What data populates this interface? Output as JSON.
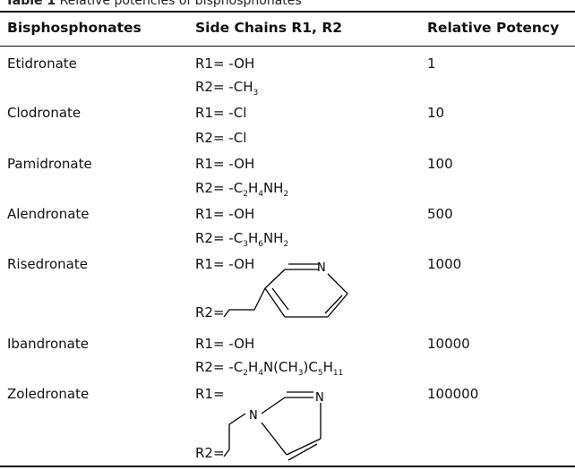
{
  "caption": {
    "label": "Table 1",
    "text": "Relative potencies of bisphosphonates"
  },
  "headers": {
    "name": "Bisphosphonates",
    "chains": "Side Chains R1, R2",
    "potency": "Relative Potency"
  },
  "rows": [
    {
      "name": "Etidronate",
      "r1": "R1= -OH",
      "r2": {
        "prefix": "R2= -CH",
        "sub1": "3"
      },
      "potency": "1"
    },
    {
      "name": "Clodronate",
      "r1": "R1= -Cl",
      "r2": {
        "prefix": "R2= -Cl"
      },
      "potency": "10"
    },
    {
      "name": "Pamidronate",
      "r1": "R1= -OH",
      "r2": {
        "prefix": "R2= -C",
        "sub1": "2",
        "mid1": "H",
        "sub2": "4",
        "mid2": "NH",
        "sub3": "2"
      },
      "potency": "100"
    },
    {
      "name": "Alendronate",
      "r1": "R1= -OH",
      "r2": {
        "prefix": "R2= -C",
        "sub1": "3",
        "mid1": "H",
        "sub2": "6",
        "mid2": "NH",
        "sub3": "2"
      },
      "potency": "500"
    },
    {
      "name": "Risedronate",
      "r1": "R1= -OH",
      "r2": {
        "prefix": "R2="
      },
      "potency": "1000",
      "atom": "N"
    },
    {
      "name": "Ibandronate",
      "r1": "R1= -OH",
      "r2": {
        "prefix": "R2= -C",
        "sub1": "2",
        "mid1": "H",
        "sub2": "4",
        "mid2": "N(CH",
        "sub3": "3",
        "mid3": ")C",
        "sub4": "5",
        "mid4": "H",
        "sub5": "11"
      },
      "potency": "10000"
    },
    {
      "name": "Zoledronate",
      "r1": "R1=",
      "r2": {
        "prefix": "R2="
      },
      "potency": "100000",
      "atom1": "N",
      "atom2": "N"
    }
  ]
}
